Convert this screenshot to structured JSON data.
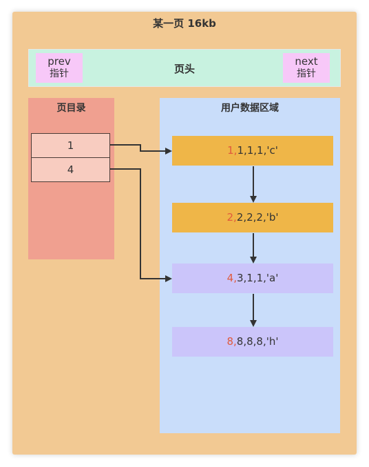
{
  "page": {
    "title": "某一页 16kb"
  },
  "page_header": {
    "label": "页头",
    "prev": {
      "word": "prev",
      "sub": "指针"
    },
    "next": {
      "word": "next",
      "sub": "指针"
    }
  },
  "page_directory": {
    "title": "页目录",
    "slots": [
      "1",
      "4"
    ]
  },
  "user_data": {
    "title": "用户数据区域",
    "records": [
      {
        "key": "1,",
        "rest": "1,1,1,'c'"
      },
      {
        "key": "2,",
        "rest": "2,2,2,'b'"
      },
      {
        "key": "4,",
        "rest": "3,1,1,'a'"
      },
      {
        "key": "8,",
        "rest": "8,8,8,'h'"
      }
    ]
  },
  "colors": {
    "page_bg": "#f2c993",
    "header_bg": "#c8f2e0",
    "pointer_bg": "#f7c8f8",
    "directory_bg": "#f0a090",
    "slot_bg": "#f8ccc0",
    "data_bg": "#c9ddfa",
    "record_orange": "#efb648",
    "record_purple": "#cbc5fa",
    "key_red": "#e05a3c",
    "arrow": "#333333"
  }
}
